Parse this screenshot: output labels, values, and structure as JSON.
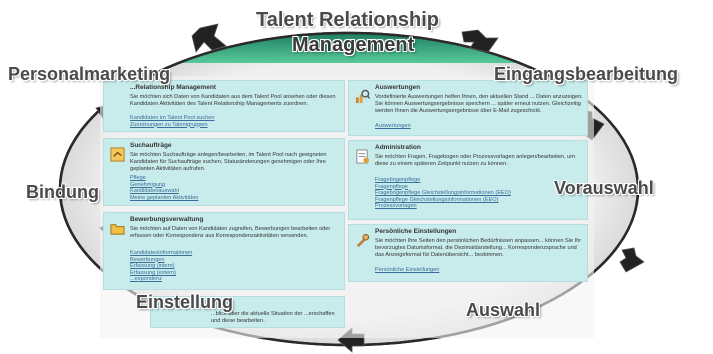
{
  "ring_labels": {
    "top_line1": "Talent Relationship",
    "top_line2": "Management",
    "personalmarketing": "Personalmarketing",
    "eingangsbearbeitung": "Eingangsbearbeitung",
    "bindung": "Bindung",
    "vorauswahl": "Vorauswahl",
    "einstellung": "Einstellung",
    "auswahl": "Auswahl"
  },
  "panels": {
    "talent": {
      "header": "...Relationship Management",
      "text": "Sie möchten sich Daten von Kandidaten aus dem Talent Pool ansehen oder diesen Kandidaten Aktivitäten des Talent Relationship Managements zuordnen.",
      "links": [
        "Kandidaten im Talent Pool suchen",
        "Zuordnungen zu Talentgruppen"
      ]
    },
    "auswertungen": {
      "header": "Auswertungen",
      "text": "Vordefinierte Auswertungen helfen Ihnen, den aktuellen Stand ... Daten anzuzeigen. Sie können Auswertungsergebnisse speichern ... später erneut nutzen. Gleichzeitig werden Ihnen die Auswertungsergebnisse über E-Mail zugeschickt.",
      "links": [
        "Auswertungen"
      ]
    },
    "suchauftraege": {
      "header": "Suchaufträge",
      "text": "Sie möchten Suchaufträge anlegen/bearbeiten, im Talent Pool nach geeigneten Kandidaten für Suchaufträge suchen, Statusänderungen genehmigen oder Ihre geplanten Aktivitäten aufrufen.",
      "links": [
        "Pflege",
        "Genehmigung",
        "Kandidatenauswahl",
        "Meine geplanten Aktivitäten"
      ]
    },
    "administration": {
      "header": "Administration",
      "text": "Sie möchten Fragen, Fragebogen oder Prozessvorlagen anlegen/bearbeiten, um diese zu einem späteren Zeitpunkt nutzen zu können.",
      "links": [
        "Fragebogenpflege",
        "Fragenpflege",
        "Fragebogenpflege Gleichstellungsinformationen (EEO)",
        "Fragenpflege Gleichstellungsinformationen (EEO)",
        "Prozessvorlagen"
      ]
    },
    "bewerbungsverwaltung": {
      "header": "Bewerbungsverwaltung",
      "text": "Sie möchten auf Daten von Kandidaten zugreifen, Bewerbungen bearbeiten oder erfassen oder Korrespondenz aus Korrespondenzaktivitäten versenden.",
      "links": [
        "Kandidateninformationen",
        "Bewerbungen",
        "Erfassung (intern)",
        "Erfassung (extern)",
        "...espondenz"
      ]
    },
    "einstellungen": {
      "header": "Persönliche Einstellungen",
      "text": "Sie möchten Ihre Seiten den persönlichen Bedürfnissen anpassen... können Sie Ihr bevorzugtes Datumsformat, die Dezimaldarstellung... Korrespondenzsprache und das Anzeigeformat für Datenübersicht... bestimmen.",
      "links": [
        "Persönliche Einstellungen"
      ]
    },
    "bottom": {
      "text": "...blick über die aktuelle Situation der ...erschaffen und diese bearbeiten."
    }
  },
  "colors": {
    "ring_fill": "#e0e0e0",
    "panel_bg": "#c8ecec",
    "banner_dark": "#0f6a52",
    "banner_light": "#58c99a",
    "arrow": "#222222",
    "label": "#4a4a4a",
    "link": "#3a6d9a"
  },
  "icons": [
    "magnifier-chart-icon",
    "search-order-icon",
    "admin-document-icon",
    "application-folder-icon",
    "personal-settings-icon"
  ]
}
